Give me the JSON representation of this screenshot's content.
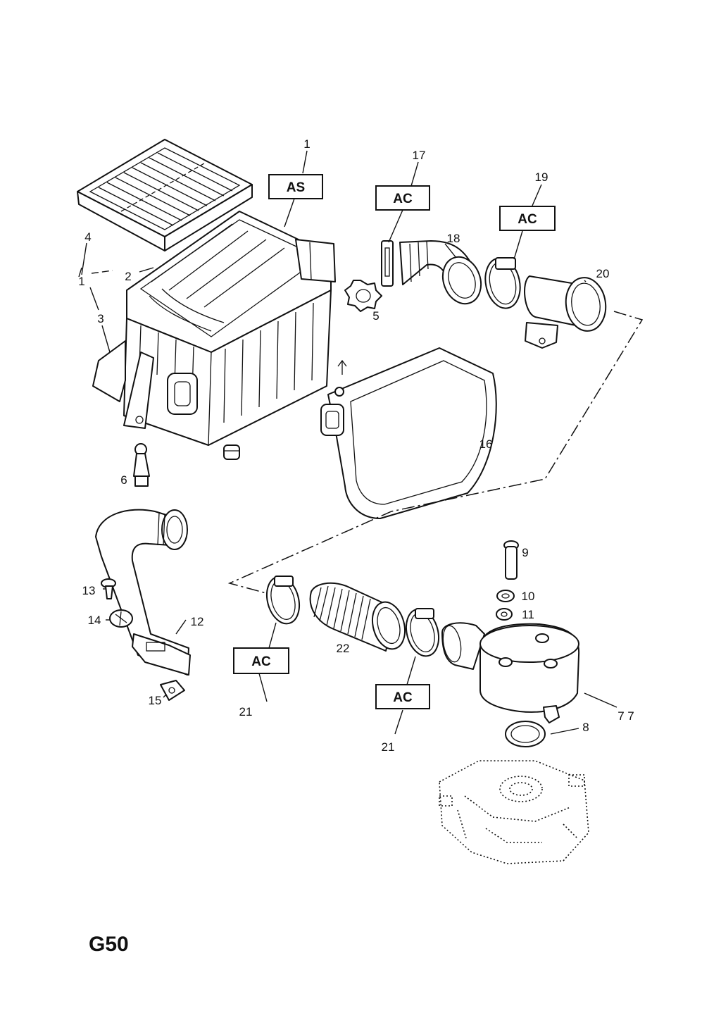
{
  "page_code": "G50",
  "callouts": {
    "c1_top": "1",
    "c1_left": "1",
    "c2": "2",
    "c3": "3",
    "c4": "4",
    "c5": "5",
    "c6": "6",
    "c7a": "7",
    "c7b": "7",
    "c8": "8",
    "c9": "9",
    "c10": "10",
    "c11": "11",
    "c12": "12",
    "c13": "13",
    "c14": "14",
    "c15": "15",
    "c16": "16",
    "c17": "17",
    "c18": "18",
    "c19": "19",
    "c20": "20",
    "c21a": "21",
    "c21b": "21",
    "c22": "22"
  },
  "boxes": {
    "as_1": "AS",
    "ac_17": "AC",
    "ac_19": "AC",
    "ac_21a": "AC",
    "ac_21b": "AC"
  }
}
